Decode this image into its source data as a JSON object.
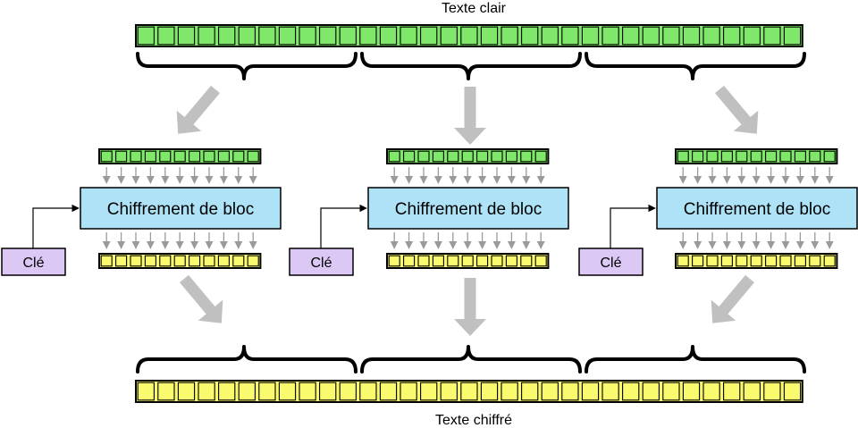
{
  "top_label": "Texte clair",
  "bottom_label": "Texte chiffré",
  "block_label": "Chiffrement de bloc",
  "key_label": "Clé",
  "blocks": [
    {
      "cipher_label": "Chiffrement de bloc",
      "key_label": "Clé"
    },
    {
      "cipher_label": "Chiffrement de bloc",
      "key_label": "Clé"
    },
    {
      "cipher_label": "Chiffrement de bloc",
      "key_label": "Clé"
    }
  ],
  "colors": {
    "plaintext": "#7fe86a",
    "ciphertext": "#fafa6e",
    "cipher_box": "#aee2f6",
    "key_box": "#dcc8f5",
    "flow_arrow": "#c0c0c0",
    "cell_border": "#000000"
  }
}
